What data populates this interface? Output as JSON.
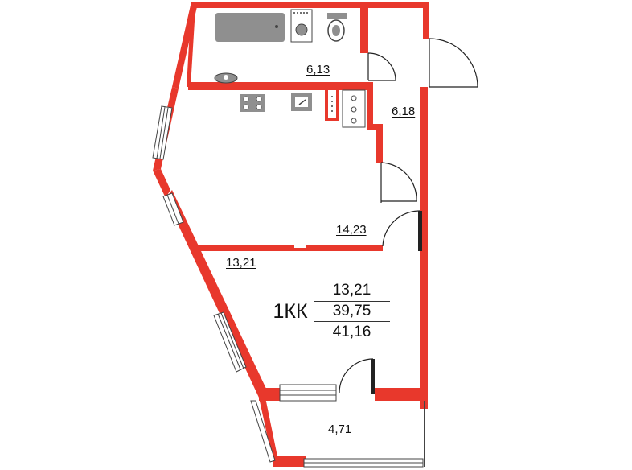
{
  "colors": {
    "wall": "#e8382c",
    "fixture": "#8f8f8f",
    "window": "#ffffff"
  },
  "rooms": {
    "bathroom": "6,13",
    "hall": "6,18",
    "kitchen": "14,23",
    "living": "13,21",
    "balcony": "4,71"
  },
  "summary": {
    "type": "1КК",
    "living_area": "13,21",
    "total_area": "39,75",
    "total_with_balcony": "41,16"
  }
}
